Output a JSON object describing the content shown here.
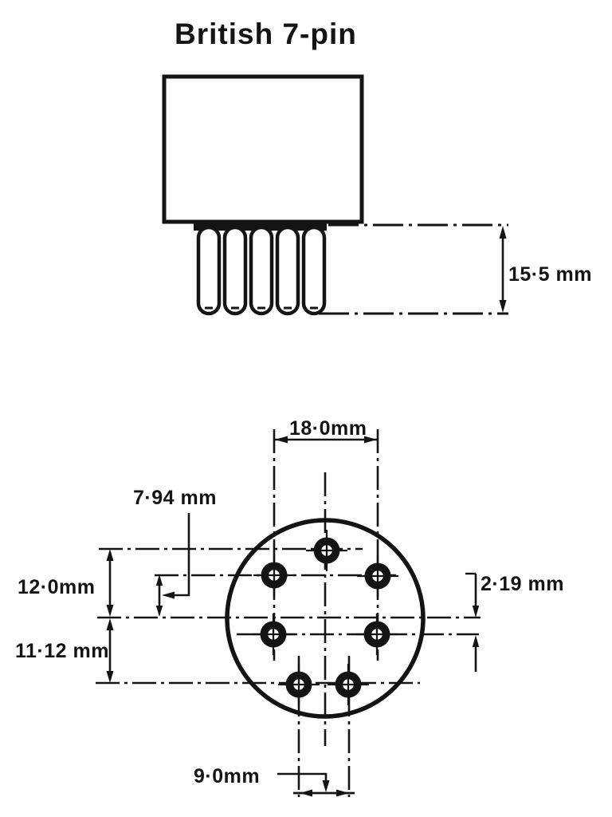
{
  "title": "British 7-pin",
  "colors": {
    "ink": "#141414",
    "paper": "#ffffff"
  },
  "side_view": {
    "pin_count_visible": 5,
    "pin_length": "15·5 mm"
  },
  "bottom_view": {
    "pin_count": 7,
    "upper_pin_span": "18·0mm",
    "upper_row_to_centre": "7·94 mm",
    "top_pin_to_centre": "12·0mm",
    "centre_to_bottom_row": "11·12 mm",
    "centre_to_mid_row": "2·19 mm",
    "bottom_pin_span": "9·0mm"
  }
}
